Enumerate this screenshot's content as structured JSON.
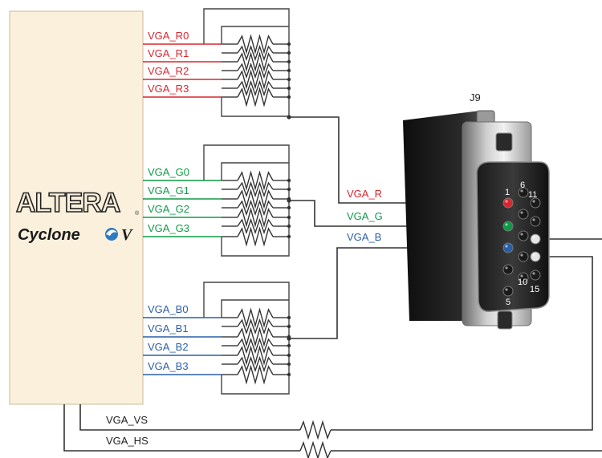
{
  "fpga": {
    "brand": "ALTERA",
    "family": "Cyclone",
    "family_suffix": "V",
    "fill": "#fbf0dc"
  },
  "connector": {
    "ref": "J9",
    "pins": {
      "p1": "1",
      "p5": "5",
      "p6": "6",
      "p10": "10",
      "p11": "11",
      "p15": "15"
    }
  },
  "colors": {
    "red": "#d9262e",
    "green": "#0e9b46",
    "blue": "#2a5fa8",
    "black": "#333333"
  },
  "fpga_signals": {
    "red": [
      "VGA_R0",
      "VGA_R1",
      "VGA_R2",
      "VGA_R3"
    ],
    "green": [
      "VGA_G0",
      "VGA_G1",
      "VGA_G2",
      "VGA_G3"
    ],
    "blue": [
      "VGA_B0",
      "VGA_B1",
      "VGA_B2",
      "VGA_B3"
    ]
  },
  "dac_outputs": {
    "red": "VGA_R",
    "green": "VGA_G",
    "blue": "VGA_B"
  },
  "sync": {
    "vs": "VGA_VS",
    "hs": "VGA_HS"
  }
}
